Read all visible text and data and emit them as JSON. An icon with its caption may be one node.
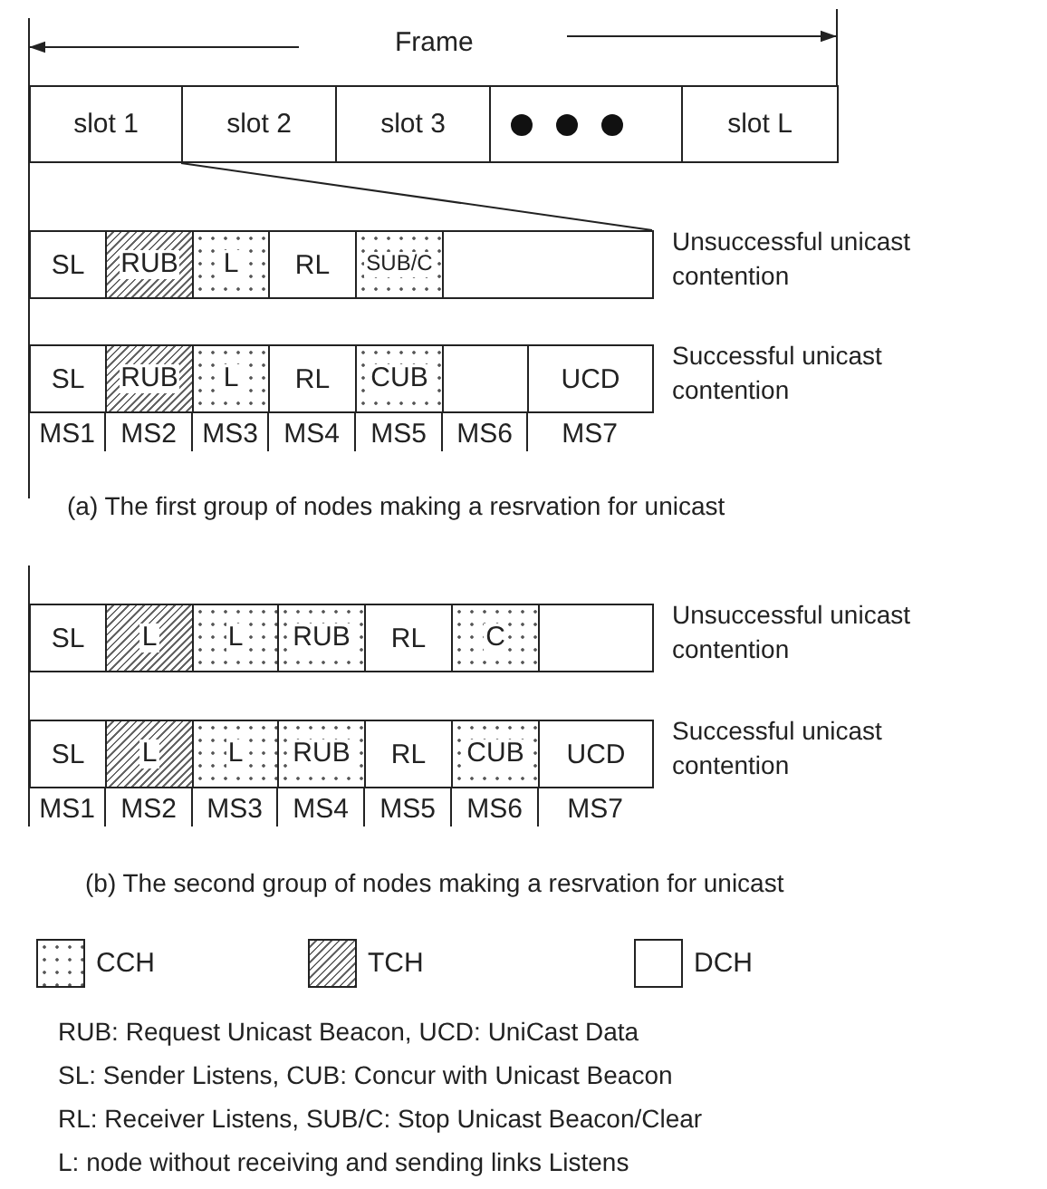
{
  "diagram": {
    "nodes": [
      {
        "text": [
          "slot 1"
        ]
      },
      {
        "text": [
          "slot 2"
        ]
      },
      {
        "text": [
          "slot 3"
        ]
      },
      {
        "text": [],
        "shape": "box"
      },
      {
        "text": [
          "slot L"
        ]
      },
      {
        "text": [
          "SL"
        ]
      },
      {
        "text": [
          "RUB"
        ]
      },
      {
        "text": [
          "L"
        ]
      },
      {
        "text": [
          "RL"
        ]
      },
      {
        "text": [
          "SUB/C"
        ]
      },
      {
        "text": [],
        "shape": "box"
      },
      {
        "text": [
          "SL"
        ]
      },
      {
        "text": [
          "RUB"
        ]
      },
      {
        "text": [
          "L"
        ]
      },
      {
        "text": [
          "RL"
        ]
      },
      {
        "text": [
          "CUB"
        ]
      },
      {
        "text": [],
        "shape": "box"
      },
      {
        "text": [
          "UCD"
        ]
      },
      {
        "text": [
          "SL"
        ]
      },
      {
        "text": [
          "L"
        ]
      },
      {
        "text": [
          "L"
        ]
      },
      {
        "text": [
          "RUB"
        ]
      },
      {
        "text": [
          "RL"
        ]
      },
      {
        "text": [
          "C"
        ]
      },
      {
        "text": [],
        "shape": "box"
      },
      {
        "text": [
          "SL"
        ]
      },
      {
        "text": [
          "L"
        ]
      },
      {
        "text": [
          "L"
        ]
      },
      {
        "text": [
          "RUB"
        ]
      },
      {
        "text": [
          "RL"
        ]
      },
      {
        "text": [
          "CUB"
        ]
      },
      {
        "text": [
          "UCD"
        ]
      }
    ],
    "labels": [
      "Frame",
      "Unsuccessful unicast contention",
      "Successful unicast contention",
      "MS1",
      "MS2",
      "MS3",
      "MS4",
      "MS5",
      "MS6",
      "MS7",
      "(a) The first group of nodes making a resrvation for unicast",
      "Unsuccessful unicast contention",
      "Successful unicast contention",
      "MS1",
      "MS2",
      "MS3",
      "MS4",
      "MS5",
      "MS6",
      "MS7",
      "(b) The second group of nodes making a resrvation for unicast",
      "RUB: Request Unicast Beacon, UCD: UniCast Data",
      "SL: Sender Listens, CUB: Concur with Unicast Beacon",
      "RL: Receiver Listens, SUB/C: Stop Unicast Beacon/Clear",
      "L: node without receiving and sending links Listens"
    ],
    "legend": [
      {
        "text": "CCH"
      },
      {
        "text": "TCH"
      },
      {
        "text": "DCH"
      }
    ]
  }
}
